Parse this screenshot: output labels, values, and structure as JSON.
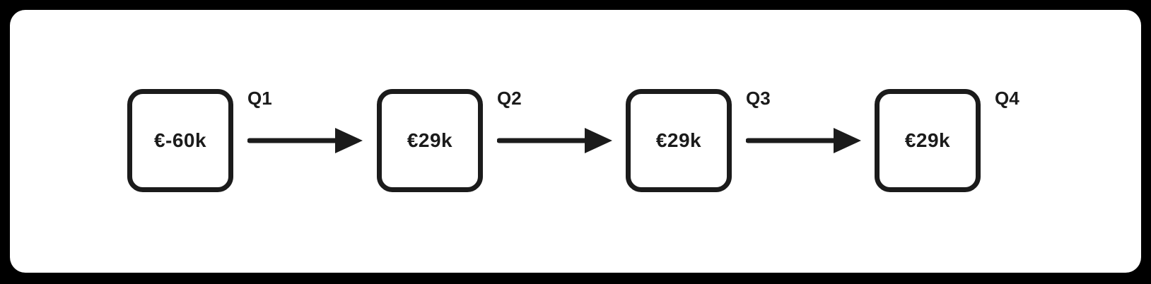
{
  "diagram": {
    "type": "flow",
    "description": "Quarterly cash flow sequence of four boxes connected by left-to-right arrows",
    "nodes": [
      {
        "label": "Q1",
        "value": "€-60k"
      },
      {
        "label": "Q2",
        "value": "€29k"
      },
      {
        "label": "Q3",
        "value": "€29k"
      },
      {
        "label": "Q4",
        "value": "€29k"
      }
    ],
    "edges": [
      {
        "from": 0,
        "to": 1
      },
      {
        "from": 1,
        "to": 2
      },
      {
        "from": 2,
        "to": 3
      }
    ]
  },
  "colors": {
    "background": "#000000",
    "panel": "#ffffff",
    "ink": "#1b1b1b"
  }
}
